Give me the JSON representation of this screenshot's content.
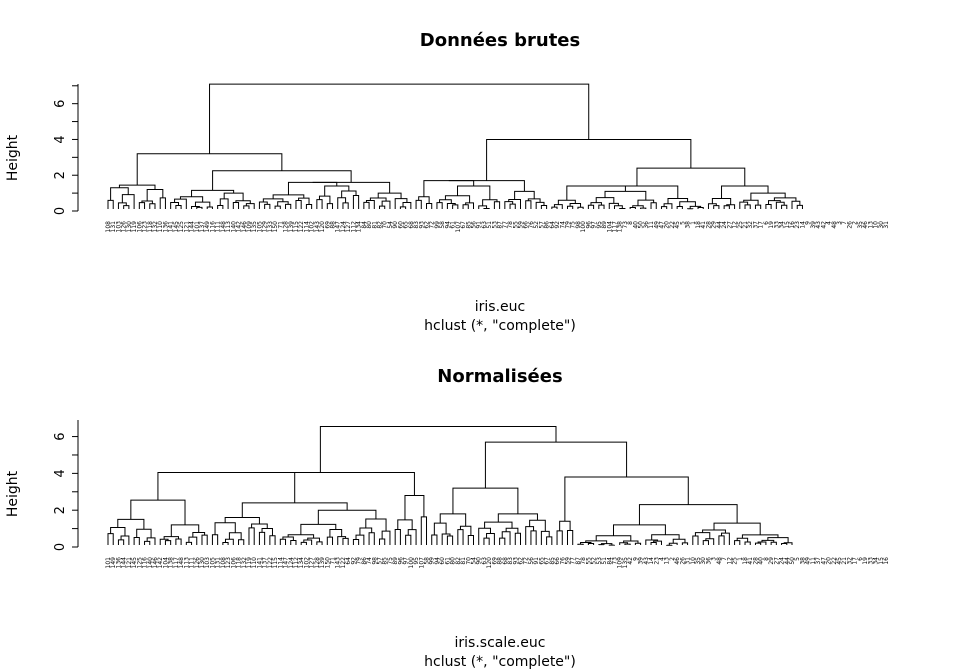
{
  "chart_data": [
    {
      "type": "dendrogram",
      "title": "Données brutes",
      "ylabel": "Height",
      "xlabel": "iris.euc",
      "sub": "hclust (*, \"complete\")",
      "ylim": [
        0,
        7.1
      ],
      "yticks": [
        0,
        2,
        4,
        6
      ],
      "root_height": 7.09,
      "leaf_labels": [
        "108",
        "131",
        "103",
        "126",
        "130",
        "119",
        "106",
        "123",
        "118",
        "132",
        "110",
        "136",
        "141",
        "145",
        "125",
        "121",
        "144",
        "101",
        "137",
        "149",
        "116",
        "111",
        "148",
        "113",
        "140",
        "142",
        "146",
        "109",
        "135",
        "105",
        "129",
        "133",
        "150",
        "71",
        "128",
        "139",
        "115",
        "122",
        "114",
        "102",
        "143",
        "120",
        "69",
        "88",
        "147",
        "124",
        "127",
        "112",
        "134",
        "84",
        "80",
        "81",
        "82",
        "70",
        "54",
        "90",
        "60",
        "65",
        "68",
        "83",
        "93",
        "62",
        "72",
        "99",
        "58",
        "94",
        "61",
        "107",
        "67",
        "85",
        "56",
        "91",
        "63",
        "51",
        "53",
        "87",
        "77",
        "78",
        "55",
        "59",
        "66",
        "76",
        "52",
        "57",
        "86",
        "64",
        "92",
        "74",
        "79",
        "75",
        "98",
        "100",
        "96",
        "97",
        "95",
        "89",
        "104",
        "117",
        "138",
        "73",
        "8",
        "40",
        "50",
        "36",
        "11",
        "49",
        "47",
        "20",
        "22",
        "45",
        "5",
        "38",
        "1",
        "18",
        "41",
        "28",
        "29",
        "44",
        "24",
        "27",
        "12",
        "25",
        "21",
        "32",
        "37",
        "17",
        "6",
        "19",
        "33",
        "34",
        "15",
        "16",
        "23",
        "14",
        "9",
        "39",
        "43",
        "42",
        "4",
        "48",
        "3",
        "7",
        "26",
        "2",
        "35",
        "46",
        "13",
        "10",
        "30",
        "31"
      ]
    },
    {
      "type": "dendrogram",
      "title": "Normalisées",
      "ylabel": "Height",
      "xlabel": "iris.scale.euc",
      "sub": "hclust (*, \"complete\")",
      "ylim": [
        0,
        6.9
      ],
      "yticks": [
        0,
        2,
        4,
        6
      ],
      "root_height": 6.55,
      "leaf_labels": [
        "101",
        "149",
        "136",
        "144",
        "121",
        "145",
        "125",
        "116",
        "140",
        "146",
        "142",
        "104",
        "138",
        "117",
        "148",
        "113",
        "111",
        "126",
        "130",
        "103",
        "105",
        "131",
        "108",
        "123",
        "106",
        "118",
        "132",
        "119",
        "110",
        "141",
        "137",
        "122",
        "115",
        "114",
        "147",
        "124",
        "112",
        "134",
        "102",
        "127",
        "128",
        "139",
        "150",
        "71",
        "143",
        "122",
        "64",
        "92",
        "79",
        "86",
        "74",
        "98",
        "57",
        "85",
        "75",
        "89",
        "96",
        "97",
        "100",
        "95",
        "107",
        "58",
        "99",
        "94",
        "60",
        "61",
        "80",
        "82",
        "81",
        "70",
        "54",
        "90",
        "63",
        "120",
        "69",
        "88",
        "68",
        "83",
        "93",
        "62",
        "72",
        "56",
        "91",
        "65",
        "67",
        "85",
        "66",
        "76",
        "59",
        "77",
        "87",
        "78",
        "55",
        "52",
        "53",
        "51",
        "84",
        "73",
        "109",
        "135",
        "42",
        "9",
        "39",
        "43",
        "14",
        "23",
        "4",
        "13",
        "2",
        "46",
        "26",
        "31",
        "10",
        "35",
        "30",
        "36",
        "3",
        "48",
        "7",
        "12",
        "25",
        "1",
        "18",
        "41",
        "28",
        "40",
        "8",
        "29",
        "27",
        "24",
        "44",
        "50",
        "5",
        "38",
        "49",
        "11",
        "37",
        "47",
        "20",
        "22",
        "45",
        "21",
        "32",
        "17",
        "6",
        "19",
        "33",
        "34",
        "15",
        "16"
      ]
    }
  ]
}
